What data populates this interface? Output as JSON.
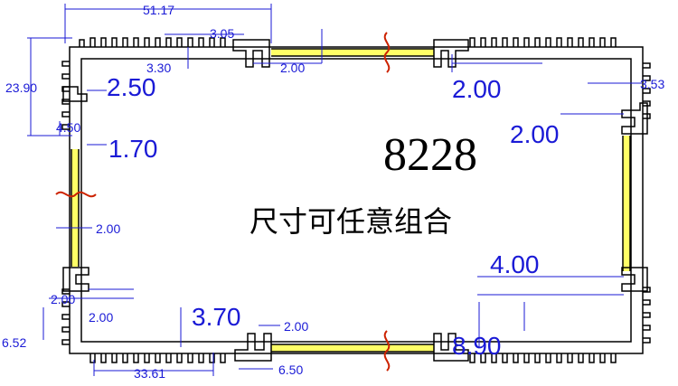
{
  "model_number": "8228",
  "slogan": "尺寸可任意组合",
  "dimensions": {
    "overall_width": "51.17",
    "top_fin_gap": "3.05",
    "top_slot_depth": "3.30",
    "top_slot_width": "2.00",
    "overall_height": "23.90",
    "left_rail_offset": "2.50",
    "left_wall_depth": "4.50",
    "left_wall_thickness": "1.70",
    "left_mid_gap": "2.00",
    "left_lower_slot_a": "2.00",
    "left_lower_slot_b": "2.00",
    "left_lower_height": "6.52",
    "bottom_slot_depth": "3.70",
    "bottom_slot_width": "2.00",
    "bottom_fin_span": "33.61",
    "bottom_slot_offset": "6.50",
    "right_top_slot": "2.00",
    "right_top_offset": "3.53",
    "right_mid_slot": "2.00",
    "right_rail_width": "4.00",
    "right_bottom_height": "8.90"
  },
  "colors": {
    "profile": "#000000",
    "dimension": "#1a1ad6",
    "extension_fill": "#ffff66",
    "break_mark": "#cc2200"
  }
}
